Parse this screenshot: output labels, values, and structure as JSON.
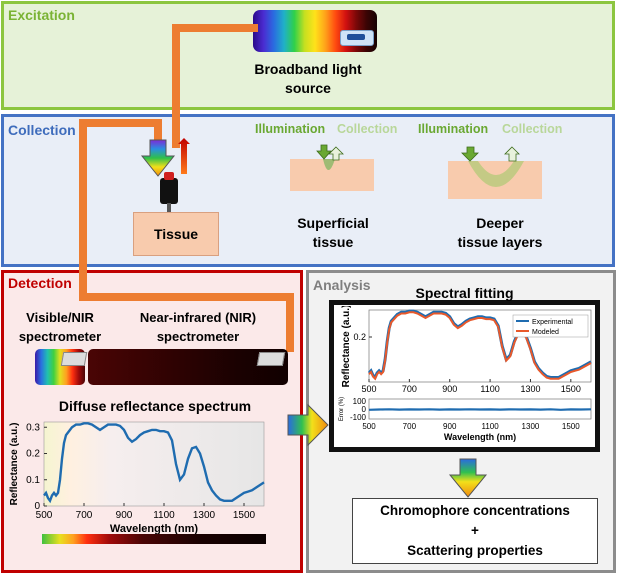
{
  "panels": {
    "excitation": "Excitation",
    "collection": "Collection",
    "detection": "Detection",
    "analysis": "Analysis"
  },
  "excitation": {
    "source_label_line1": "Broadband light",
    "source_label_line2": "source"
  },
  "collection": {
    "tissue_label": "Tissue",
    "illumination": "Illumination",
    "collection": "Collection",
    "superficial_line1": "Superficial",
    "superficial_line2": "tissue",
    "deeper_line1": "Deeper",
    "deeper_line2": "tissue layers"
  },
  "detection": {
    "vis_line1": "Visible/NIR",
    "vis_line2": "spectrometer",
    "nir_line1": "Near-infrared (NIR)",
    "nir_line2": "spectrometer",
    "spectrum_title": "Diffuse reflectance spectrum"
  },
  "analysis": {
    "fitting_title": "Spectral fitting",
    "output_line1": "Chromophore concentrations",
    "output_line2": "+",
    "output_line3": "Scattering properties"
  },
  "colors": {
    "excitation_border": "#8cc63f",
    "excitation_fill": "#e6f2d8",
    "collection_border": "#4472c4",
    "collection_fill": "#e9eef7",
    "detection_border": "#c00000",
    "detection_fill": "#fbe9e9",
    "analysis_border": "#8c8c8c",
    "analysis_fill": "#f2f2f2",
    "fiber": "#ed7d31",
    "tissue": "#f8cbad",
    "spectrum_line": "#1f6cb0",
    "model_line": "#e8592b"
  },
  "chart_data": [
    {
      "type": "line",
      "title": "Diffuse reflectance spectrum",
      "xlabel": "Wavelength (nm)",
      "ylabel": "Reflectance (a.u.)",
      "xlim": [
        500,
        1600
      ],
      "ylim": [
        0,
        0.32
      ],
      "xticks": [
        500,
        700,
        900,
        1100,
        1300,
        1500
      ],
      "yticks": [
        0,
        0.1,
        0.2,
        0.3
      ],
      "x": [
        500,
        510,
        520,
        530,
        540,
        550,
        560,
        570,
        580,
        590,
        600,
        610,
        620,
        640,
        660,
        680,
        700,
        720,
        740,
        760,
        780,
        800,
        820,
        840,
        860,
        880,
        900,
        920,
        940,
        960,
        980,
        1000,
        1020,
        1040,
        1060,
        1080,
        1100,
        1120,
        1140,
        1160,
        1180,
        1200,
        1220,
        1240,
        1260,
        1280,
        1300,
        1320,
        1340,
        1360,
        1380,
        1400,
        1420,
        1440,
        1460,
        1480,
        1500,
        1520,
        1540,
        1560,
        1580,
        1600
      ],
      "series": [
        {
          "values": [
            0.04,
            0.05,
            0.03,
            0.02,
            0.04,
            0.05,
            0.04,
            0.05,
            0.1,
            0.18,
            0.24,
            0.27,
            0.28,
            0.3,
            0.31,
            0.31,
            0.315,
            0.315,
            0.31,
            0.3,
            0.29,
            0.3,
            0.31,
            0.31,
            0.31,
            0.305,
            0.29,
            0.26,
            0.245,
            0.255,
            0.27,
            0.28,
            0.285,
            0.29,
            0.29,
            0.285,
            0.285,
            0.28,
            0.25,
            0.16,
            0.1,
            0.12,
            0.18,
            0.22,
            0.225,
            0.2,
            0.15,
            0.09,
            0.06,
            0.04,
            0.025,
            0.02,
            0.02,
            0.02,
            0.03,
            0.04,
            0.05,
            0.055,
            0.06,
            0.07,
            0.08,
            0.09
          ]
        }
      ]
    },
    {
      "type": "line",
      "xlabel": "Wavelength (nm)",
      "ylabel": "Reflectance (a.u.)",
      "xlim": [
        500,
        1600
      ],
      "ylim": [
        0,
        0.32
      ],
      "xticks": [
        500,
        700,
        900,
        1100,
        1300,
        1500
      ],
      "yticks": [
        0.2
      ],
      "legend": "top-right",
      "series": [
        {
          "name": "Experimental"
        },
        {
          "name": "Modeled"
        }
      ]
    },
    {
      "type": "line",
      "ylabel": "Error (%)",
      "xlabel": "Wavelength (nm)",
      "xlim": [
        500,
        1600
      ],
      "ylim": [
        -100,
        100
      ],
      "yticks": [
        "100",
        "0",
        "-100"
      ],
      "xticks": [
        500,
        700,
        900,
        1100,
        1300,
        1500
      ],
      "x": [
        500,
        550,
        600,
        650,
        700,
        750,
        800,
        850,
        900,
        950,
        1000,
        1050,
        1100,
        1150,
        1200,
        1250,
        1300,
        1350,
        1400,
        1450,
        1500,
        1550,
        1600
      ],
      "series": [
        {
          "name": "Error",
          "values": [
            -8,
            -5,
            -3,
            -6,
            -4,
            -5,
            -3,
            -6,
            -4,
            -5,
            -3,
            -5,
            -4,
            -6,
            -3,
            -5,
            -4,
            -6,
            -3,
            -8,
            -4,
            -5,
            -3
          ]
        }
      ]
    }
  ]
}
